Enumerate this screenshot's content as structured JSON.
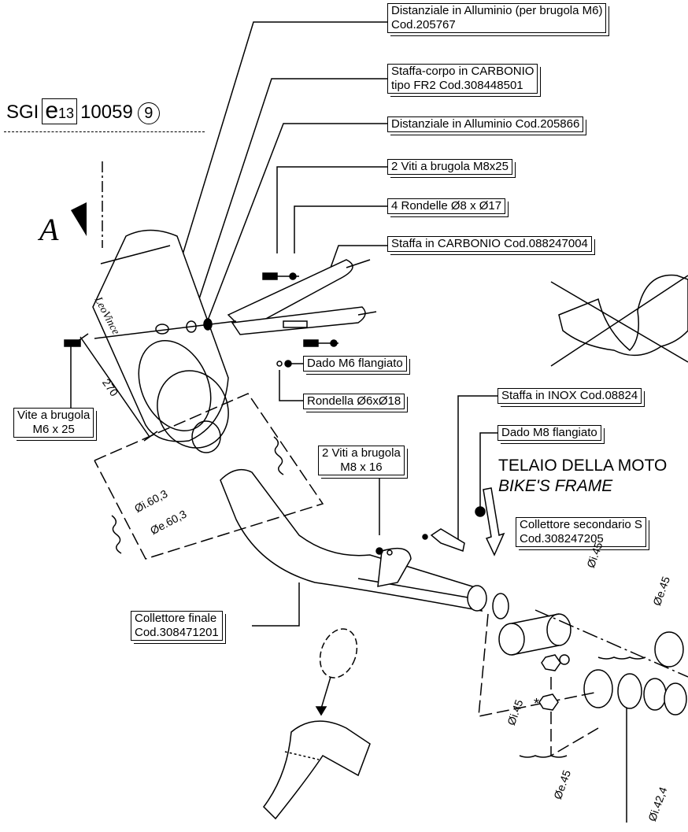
{
  "homologation": {
    "prefix": "SGI",
    "e_letter": "e",
    "e_number": "13",
    "code": "10059",
    "circle": "9"
  },
  "view_marker": "A",
  "labels": {
    "spacer_m6": {
      "line1": "Distanziale in Alluminio (per brugola M6)",
      "line2": "Cod.205767"
    },
    "body_bracket": {
      "line1": "Staffa-corpo in CARBONIO",
      "line2": "tipo FR2  Cod.308448501"
    },
    "spacer_2": {
      "line1": "Distanziale in Alluminio Cod.205866"
    },
    "screws_m8x25": {
      "line1": "2 Viti a brugola M8x25"
    },
    "washers": {
      "line1": "4 Rondelle Ø8 x Ø17"
    },
    "carbon_bracket": {
      "line1": "Staffa in CARBONIO Cod.088247004"
    },
    "nut_m6": {
      "line1": "Dado M6 flangiato"
    },
    "washer_6": {
      "line1": "Rondella Ø6xØ18"
    },
    "screw_m6": {
      "line1": "Vite a brugola",
      "line2": "M6 x 25"
    },
    "inox_bracket": {
      "line1": "Staffa in INOX Cod.08824"
    },
    "nut_m8": {
      "line1": "Dado M8 flangiato"
    },
    "screws_m8x16": {
      "line1": "2 Viti a brugola",
      "line2": "M8 x 16"
    },
    "secondary_collector": {
      "line1": "Collettore secondario S",
      "line2": "Cod.308247205"
    },
    "final_collector": {
      "line1": "Collettore finale",
      "line2": "Cod.308471201"
    }
  },
  "frame": {
    "it": "TELAIO DELLA MOTO",
    "en": "BIKE'S FRAME"
  },
  "dimensions": {
    "length": "270",
    "di_60": "Øi.60,3",
    "de_60": "Øe.60,3",
    "di_45_top": "Øi.45",
    "de_45_top": "Øe.45",
    "di_45_left": "Øi.45",
    "de_45_bottom": "Øe.45",
    "di_42": "Øi.42,4",
    "star": "*"
  },
  "brand_script": "LeoVince"
}
